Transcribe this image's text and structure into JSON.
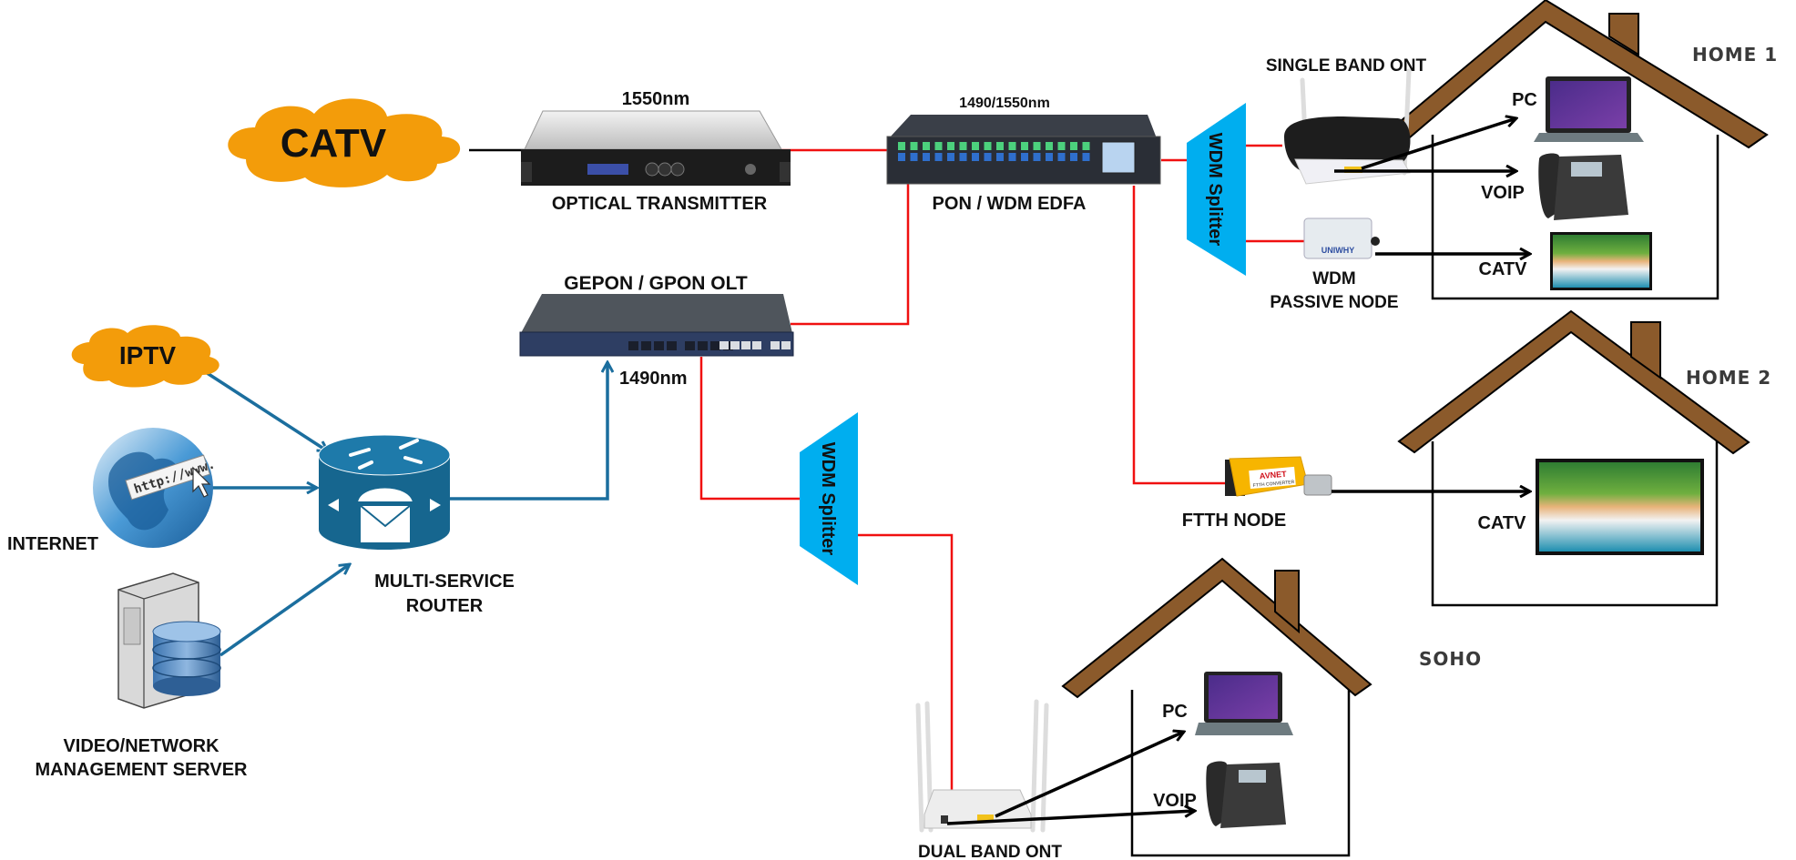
{
  "colors": {
    "cloud": "#F39C0A",
    "fiber": "#F01010",
    "ip_link": "#1B6E9E",
    "coax": "#000000",
    "splitter": "#00AEEF",
    "roof": "#8B5A2B",
    "router": "#16668F"
  },
  "sources": {
    "catv": "CATV",
    "iptv": "IPTV",
    "internet": "INTERNET",
    "internet_url": "http://www.",
    "server_line1": "VIDEO/NETWORK",
    "server_line2": "MANAGEMENT SERVER"
  },
  "router": {
    "line1": "MULTI-SERVICE",
    "line2": "ROUTER"
  },
  "headend": {
    "transmitter_wavelength": "1550nm",
    "transmitter_label": "OPTICAL TRANSMITTER",
    "edfa_wavelength": "1490/1550nm",
    "edfa_label": "PON / WDM EDFA",
    "olt_label": "GEPON / GPON OLT",
    "olt_wavelength": "1490nm"
  },
  "splitters": {
    "top": "WDM Splitter",
    "bottom": "WDM Splitter"
  },
  "nodes": {
    "single_band_ont": "SINGLE BAND ONT",
    "wdm_node_line1": "WDM",
    "wdm_node_line2": "PASSIVE NODE",
    "ftth_node": "FTTH NODE",
    "ftth_brand": "AVNET",
    "ftth_sub": "FTTH CONVERTER",
    "dual_band_ont": "DUAL BAND ONT",
    "wdm_brand": "UNIWHY"
  },
  "homes": [
    {
      "name": "HOME 1",
      "devices": [
        "PC",
        "VOIP",
        "CATV"
      ]
    },
    {
      "name": "HOME 2",
      "devices": [
        "CATV"
      ]
    },
    {
      "name": "SOHO",
      "devices": [
        "PC",
        "VOIP"
      ]
    }
  ]
}
